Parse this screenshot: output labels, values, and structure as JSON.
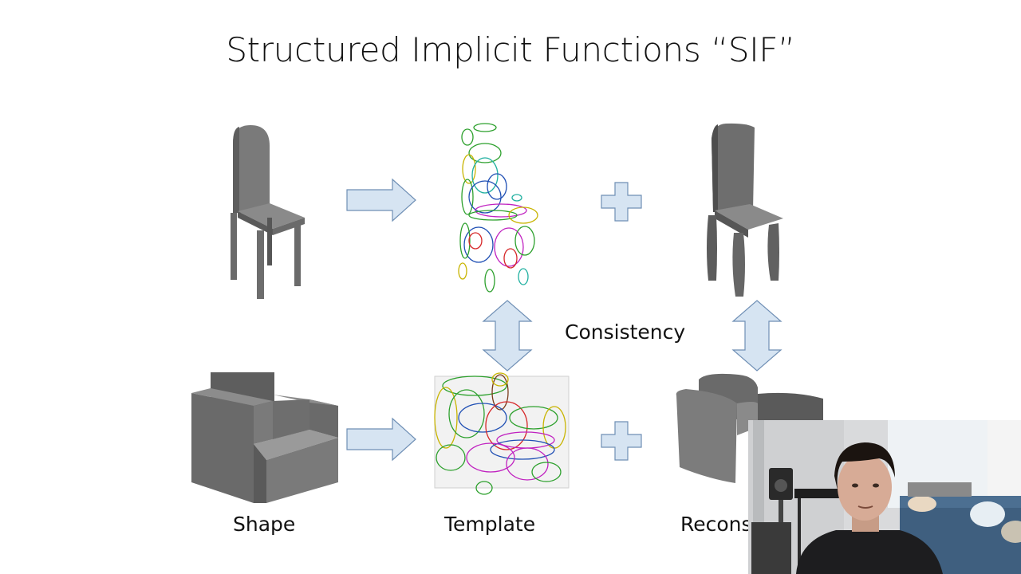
{
  "slide": {
    "title": "Structured Implicit Functions “SIF”",
    "consistency_label": "Consistency",
    "column_labels": {
      "shape": "Shape",
      "template": "Template",
      "reconstruction": "Recons"
    }
  },
  "colors": {
    "arrow_fill": "#d6e4f2",
    "arrow_stroke": "#6f8fb5",
    "shape_gray": "#6f6f6f",
    "ellipsoid_palette": [
      "#2ca02c",
      "#d62728",
      "#1f4fb4",
      "#c8b400",
      "#c021c0",
      "#20b0a0",
      "#7a3b1a",
      "#e07b00"
    ]
  },
  "icons": {
    "arrow_right": "right-arrow-icon",
    "plus": "plus-icon",
    "updown": "updown-arrow-icon"
  }
}
